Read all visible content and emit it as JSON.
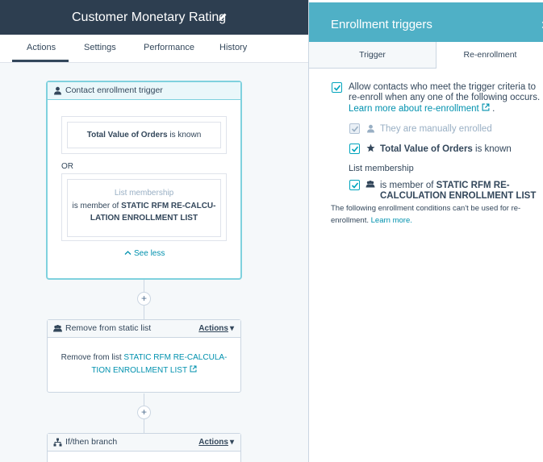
{
  "header": {
    "title": "Customer Monetary Rating"
  },
  "tabs": [
    {
      "label": "Actions",
      "active": true
    },
    {
      "label": "Settings"
    },
    {
      "label": "Performance"
    },
    {
      "label": "History"
    }
  ],
  "trigger_card": {
    "title": "Contact enrollment trigger",
    "filter1_property": "Total Value of Orders",
    "filter1_operator": "is known",
    "or_label": "OR",
    "filter2_category": "List membership",
    "filter2_prefix": "is member of",
    "filter2_line1": "STATIC RFM RE-CALCU-",
    "filter2_line2": "LATION ENROLLMENT LIST",
    "see_less": "See less"
  },
  "remove_card": {
    "title": "Remove from static list",
    "actions_label": "Actions",
    "body_prefix": "Remove from list",
    "body_link_line1": "STATIC RFM RE-CALCULA-",
    "body_link_line2": "TION ENROLLMENT LIST"
  },
  "ifthen_card": {
    "title": "If/then branch",
    "actions_label": "Actions"
  },
  "panel": {
    "title": "Enrollment triggers",
    "tabs": [
      {
        "label": "Trigger"
      },
      {
        "label": "Re-enrollment",
        "active": true
      }
    ],
    "allow_text_line1": "Allow contacts who meet the trigger criteria to",
    "allow_text_line2": "re-enroll when any one of the following occurs.",
    "learn_more_link": "Learn more about re-enrollment",
    "manual_label": "They are manually enrolled",
    "total_value_bold": "Total Value of Orders",
    "total_value_suffix": "is known",
    "list_membership_heading": "List membership",
    "member_prefix": "is member of",
    "member_bold_line1": "STATIC RFM RE-",
    "member_bold_line2": "CALCULATION ENROLLMENT LIST",
    "note_line1": "The following enrollment conditions can't be used for re-",
    "note_line2_prefix": "enrollment.",
    "note_learn_more": "Learn more."
  },
  "colors": {
    "topbar": "#2d3e50",
    "panel_header": "#4fb0c6",
    "link": "#0091ae",
    "text": "#33475b"
  }
}
